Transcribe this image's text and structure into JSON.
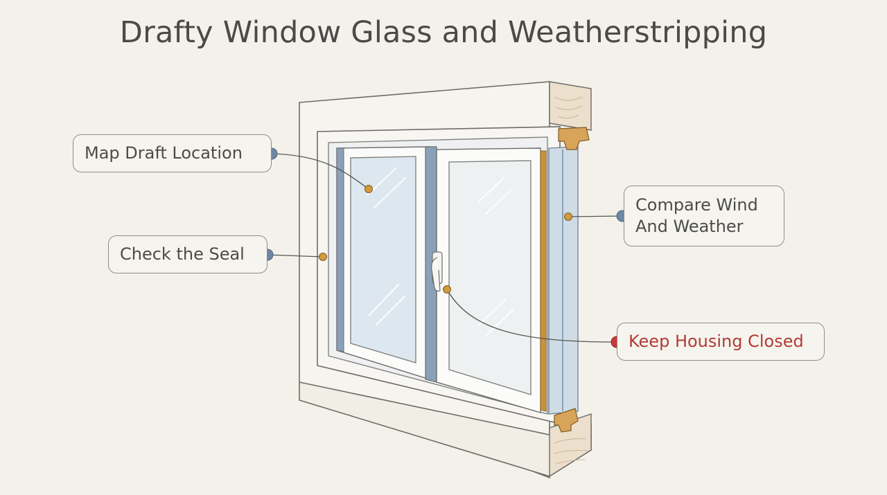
{
  "title": "Drafty Window Glass and Weatherstripping",
  "callouts": [
    {
      "id": "map-draft-location",
      "text": "Map Draft Location"
    },
    {
      "id": "check-the-seal",
      "text": "Check the Seal"
    },
    {
      "id": "compare-wind-weather",
      "line1": "Compare Wind",
      "line2": "And Weather"
    },
    {
      "id": "keep-housing-closed",
      "text": "Keep Housing Closed"
    }
  ],
  "colors": {
    "background": "#f3f1ea",
    "text": "#4b4b49",
    "warning_text": "#b23a36",
    "pin_dot": "#6e86a2",
    "warning_dot": "#c83a3a",
    "target_dot": "#d29a3a",
    "glass": "#dde7ef",
    "weatherstrip": "#c9923c"
  }
}
